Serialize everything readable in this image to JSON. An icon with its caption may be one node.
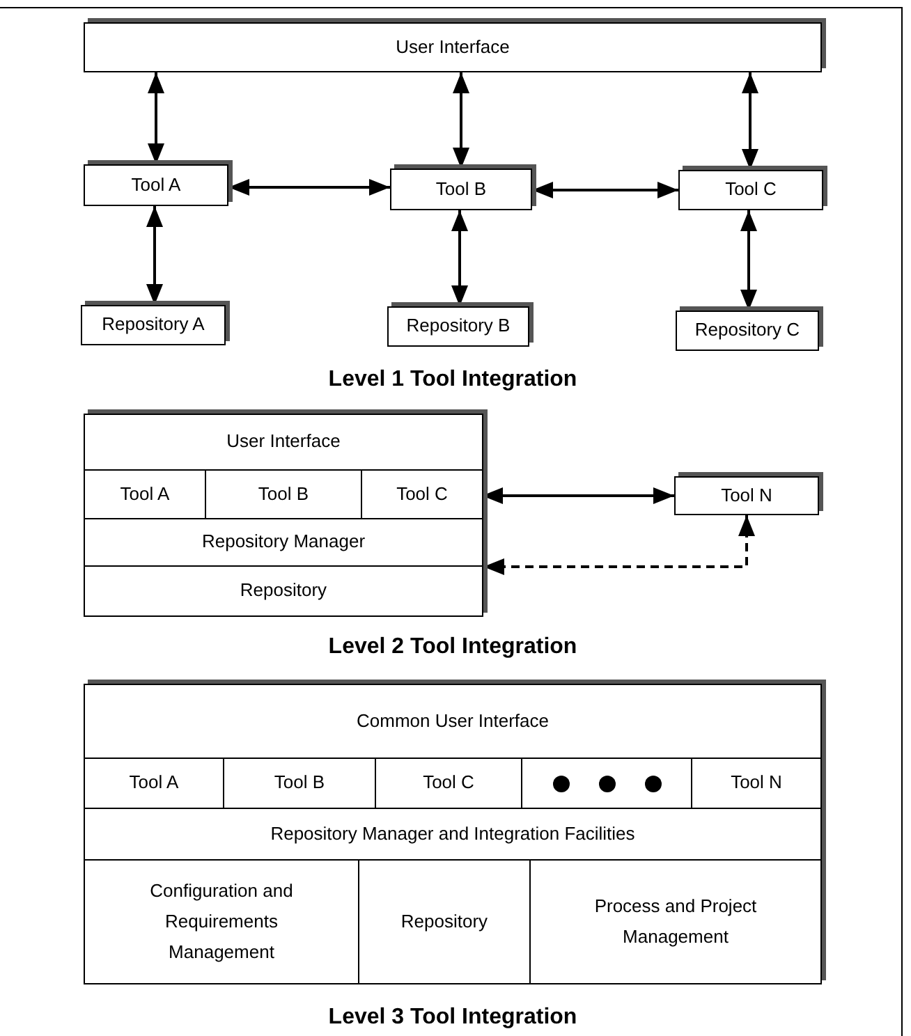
{
  "diagram": {
    "nodes": [
      {
        "text": [
          "User Interface"
        ]
      },
      {
        "text": [
          "Tool A"
        ]
      },
      {
        "text": [
          "Tool B"
        ]
      },
      {
        "text": [
          "Tool C"
        ]
      },
      {
        "text": [
          "Repository A"
        ]
      },
      {
        "text": [
          "Repository B"
        ]
      },
      {
        "text": [
          "Repository C"
        ]
      },
      {
        "text": [],
        "shape": "box"
      },
      {
        "text": [
          "User Interface"
        ],
        "in": 7
      },
      {
        "text": [
          "Tool A"
        ],
        "in": 7
      },
      {
        "text": [
          "Tool B"
        ],
        "in": 7
      },
      {
        "text": [
          "Tool C"
        ],
        "in": 7
      },
      {
        "text": [
          "Repository Manager"
        ],
        "in": 7
      },
      {
        "text": [
          "Repository"
        ],
        "in": 7
      },
      {
        "text": [
          "Tool N"
        ]
      },
      {
        "text": [],
        "shape": "box"
      },
      {
        "text": [
          "Common User Interface"
        ],
        "in": 15
      },
      {
        "text": [
          "Tool A"
        ],
        "in": 15
      },
      {
        "text": [
          "Tool B"
        ],
        "in": 15
      },
      {
        "text": [
          "Tool C"
        ],
        "in": 15
      },
      {
        "text": [],
        "shape": "box",
        "in": 15
      },
      {
        "text": [
          "Tool N"
        ],
        "in": 15
      },
      {
        "text": [
          "Repository Manager and Integration Facilities"
        ],
        "in": 15
      },
      {
        "text": [
          "Configuration and Requirements Management"
        ],
        "in": 15
      },
      {
        "text": [
          "Repository"
        ],
        "in": 15
      },
      {
        "text": [
          "Process and Project Management"
        ],
        "in": 15
      }
    ],
    "edges": [
      {
        "from": 0,
        "to": 1,
        "arrow": "both"
      },
      {
        "from": 0,
        "to": 2,
        "arrow": "both"
      },
      {
        "from": 0,
        "to": 3,
        "arrow": "both"
      },
      {
        "from": 1,
        "to": 2,
        "arrow": "both"
      },
      {
        "from": 2,
        "to": 3,
        "arrow": "both"
      },
      {
        "from": 1,
        "to": 4,
        "arrow": "both"
      },
      {
        "from": 2,
        "to": 5,
        "arrow": "both"
      },
      {
        "from": 3,
        "to": 6,
        "arrow": "both"
      },
      {
        "from": 11,
        "to": 14,
        "arrow": "both"
      },
      {
        "from": 7,
        "to": 14,
        "arrow": "both",
        "style": "dashed"
      }
    ],
    "labels": [
      "Level 1 Tool Integration",
      "Level 2 Tool Integration",
      "Level 3 Tool Integration"
    ]
  }
}
